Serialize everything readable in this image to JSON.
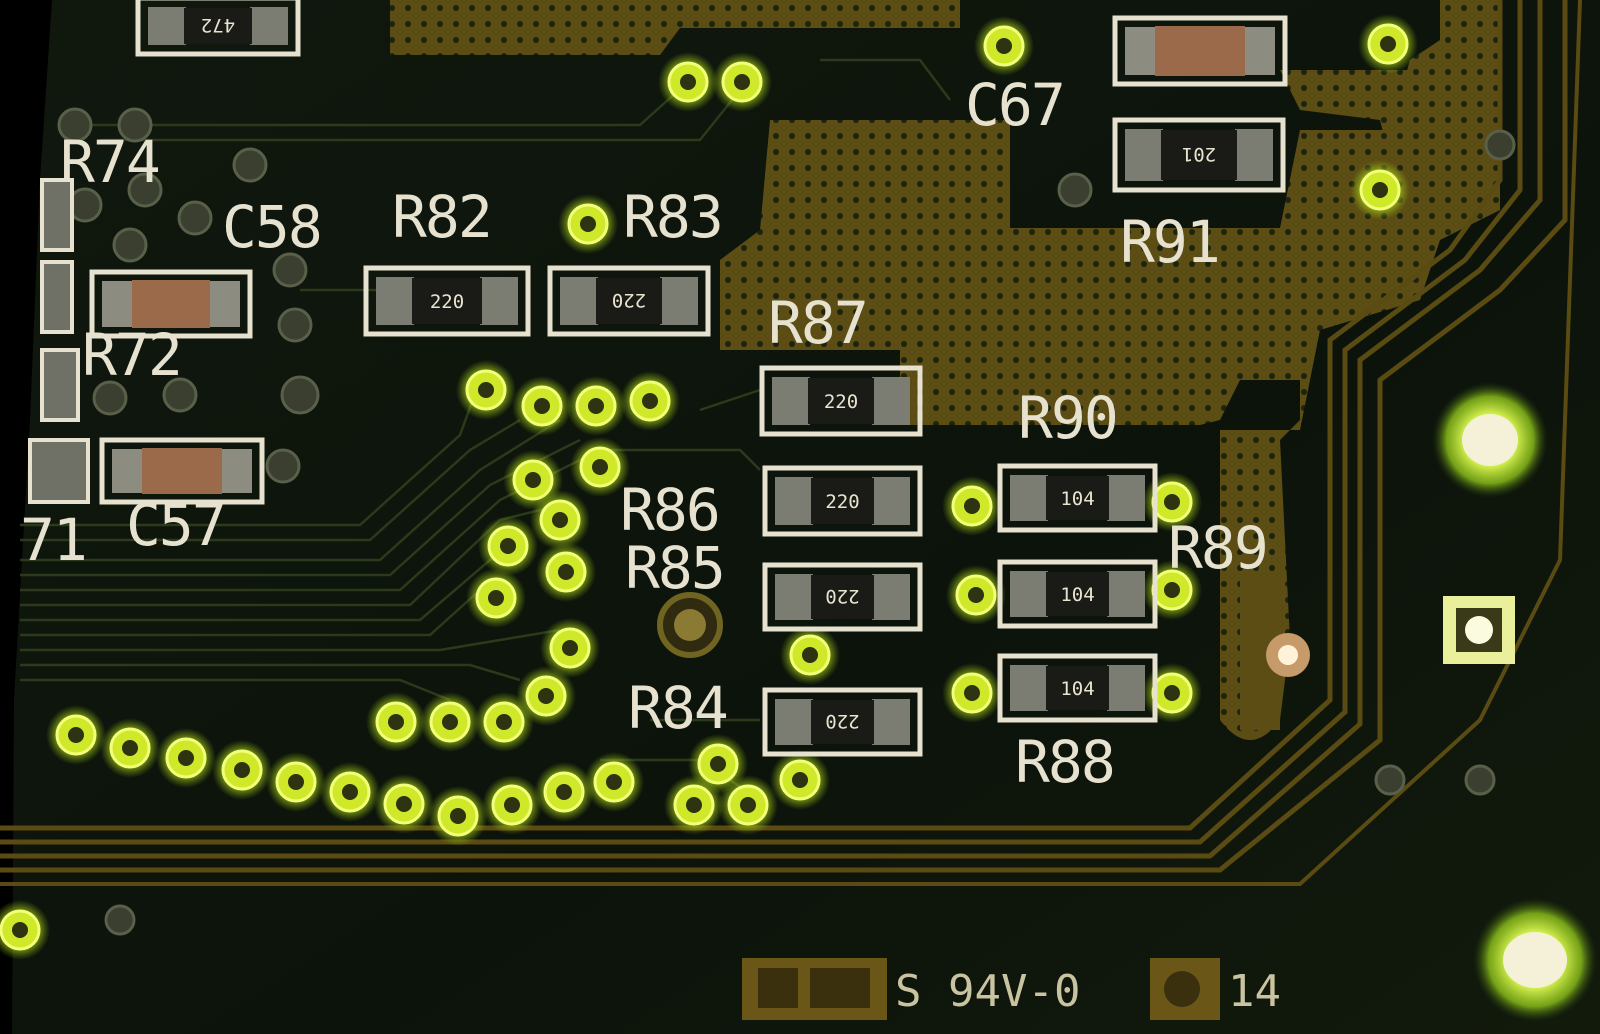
{
  "board": {
    "labels": {
      "R74": "R74",
      "C58": "C58",
      "R82": "R82",
      "R83": "R83",
      "C67": "C67",
      "R91": "R91",
      "R72": "R72",
      "R87": "R87",
      "R90": "R90",
      "R86": "R86",
      "R85": "R85",
      "R89": "R89",
      "R84": "R84",
      "R88": "R88",
      "C57": "C57",
      "R71": "71"
    },
    "component_codes": {
      "r82": "220",
      "r83": "220",
      "r87": "220",
      "r86": "220",
      "r85": "220",
      "r84": "220",
      "r90": "104",
      "r89": "104",
      "r88": "104",
      "r91": "201",
      "r74": "472"
    },
    "footer": {
      "rating": "S 94V-0",
      "code": "14"
    },
    "colors": {
      "board": "#0d140c",
      "copper": "#5b4d14",
      "silkscreen": "#e6e2cf",
      "via_glow": "#d7f21a"
    }
  }
}
